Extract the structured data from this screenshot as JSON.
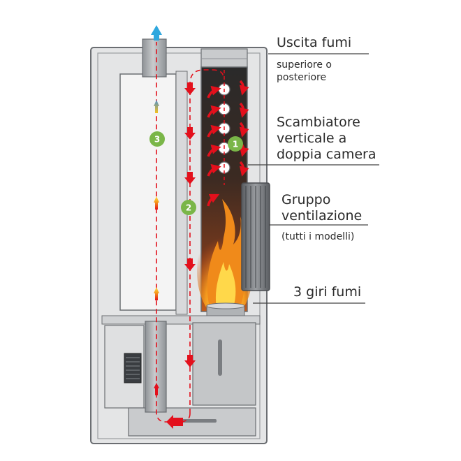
{
  "labels": {
    "flue_outlet": {
      "title": "Uscita fumi",
      "subtitle_line1": "superiore o",
      "subtitle_line2": "posteriore"
    },
    "exchanger": {
      "line1": "Scambiatore",
      "line2": "verticale a",
      "line3": "doppia camera"
    },
    "ventilation": {
      "line1": "Gruppo",
      "line2": "ventilazione",
      "line3": "(tutti i modelli)"
    },
    "flue_turns": {
      "title": "3 giri fumi"
    }
  },
  "badges": [
    "1",
    "2",
    "3"
  ],
  "colors": {
    "stove_body": "#e4e5e6",
    "outline": "#6b6e72",
    "panel": "#f4f4f4",
    "chamber": "#2f2621",
    "pipe": "#b0b3b6",
    "flow_arrow": "#e3101c",
    "flow_dash": "#e3101c",
    "exit_arrow": "#2fa7de",
    "badge": "#7ab648",
    "flame_outer": "#f08a1a",
    "flame_inner": "#ffd84a",
    "leader_line": "#444444"
  }
}
